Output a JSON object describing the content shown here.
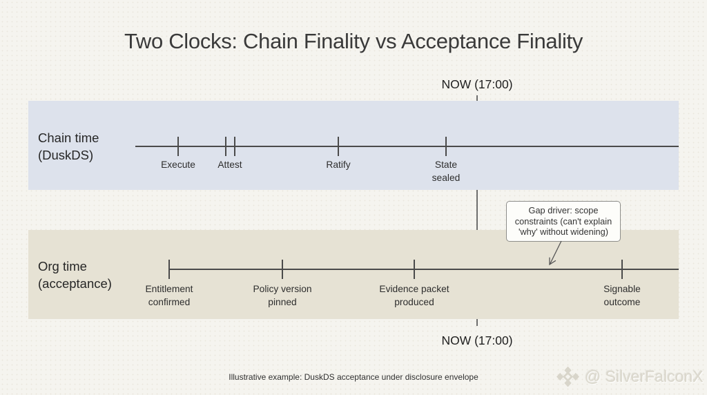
{
  "title": "Two Clocks: Chain Finality vs Acceptance Finality",
  "now_marker": {
    "label_top": "NOW (17:00)",
    "label_bottom": "NOW (17:00)"
  },
  "lanes": [
    {
      "name": "Chain time",
      "qualifier": "(DuskDS)",
      "band_color": "#dde2ec",
      "events": [
        {
          "label": "Execute"
        },
        {
          "label": "Attest"
        },
        {
          "label": "Ratify"
        },
        {
          "label": "State sealed"
        }
      ]
    },
    {
      "name": "Org time",
      "qualifier": "(acceptance)",
      "band_color": "#e6e2d4",
      "events": [
        {
          "label": "Entitlement confirmed"
        },
        {
          "label": "Policy version pinned"
        },
        {
          "label": "Evidence packet produced"
        },
        {
          "label": "Signable outcome"
        }
      ]
    }
  ],
  "callout": {
    "text": "Gap driver: scope constraints (can't explain 'why' without widening)"
  },
  "footer_note": "Illustrative example: DuskDS acceptance under disclosure envelope",
  "watermark": {
    "icon": "gem-diamond-icon",
    "handle": "@ SilverFalconX"
  },
  "colors": {
    "background": "#f5f4ef",
    "chain_band": "#dde2ec",
    "org_band": "#e6e2d4",
    "timeline_line": "#4a4a4a",
    "now_line": "#6e6e6e"
  }
}
